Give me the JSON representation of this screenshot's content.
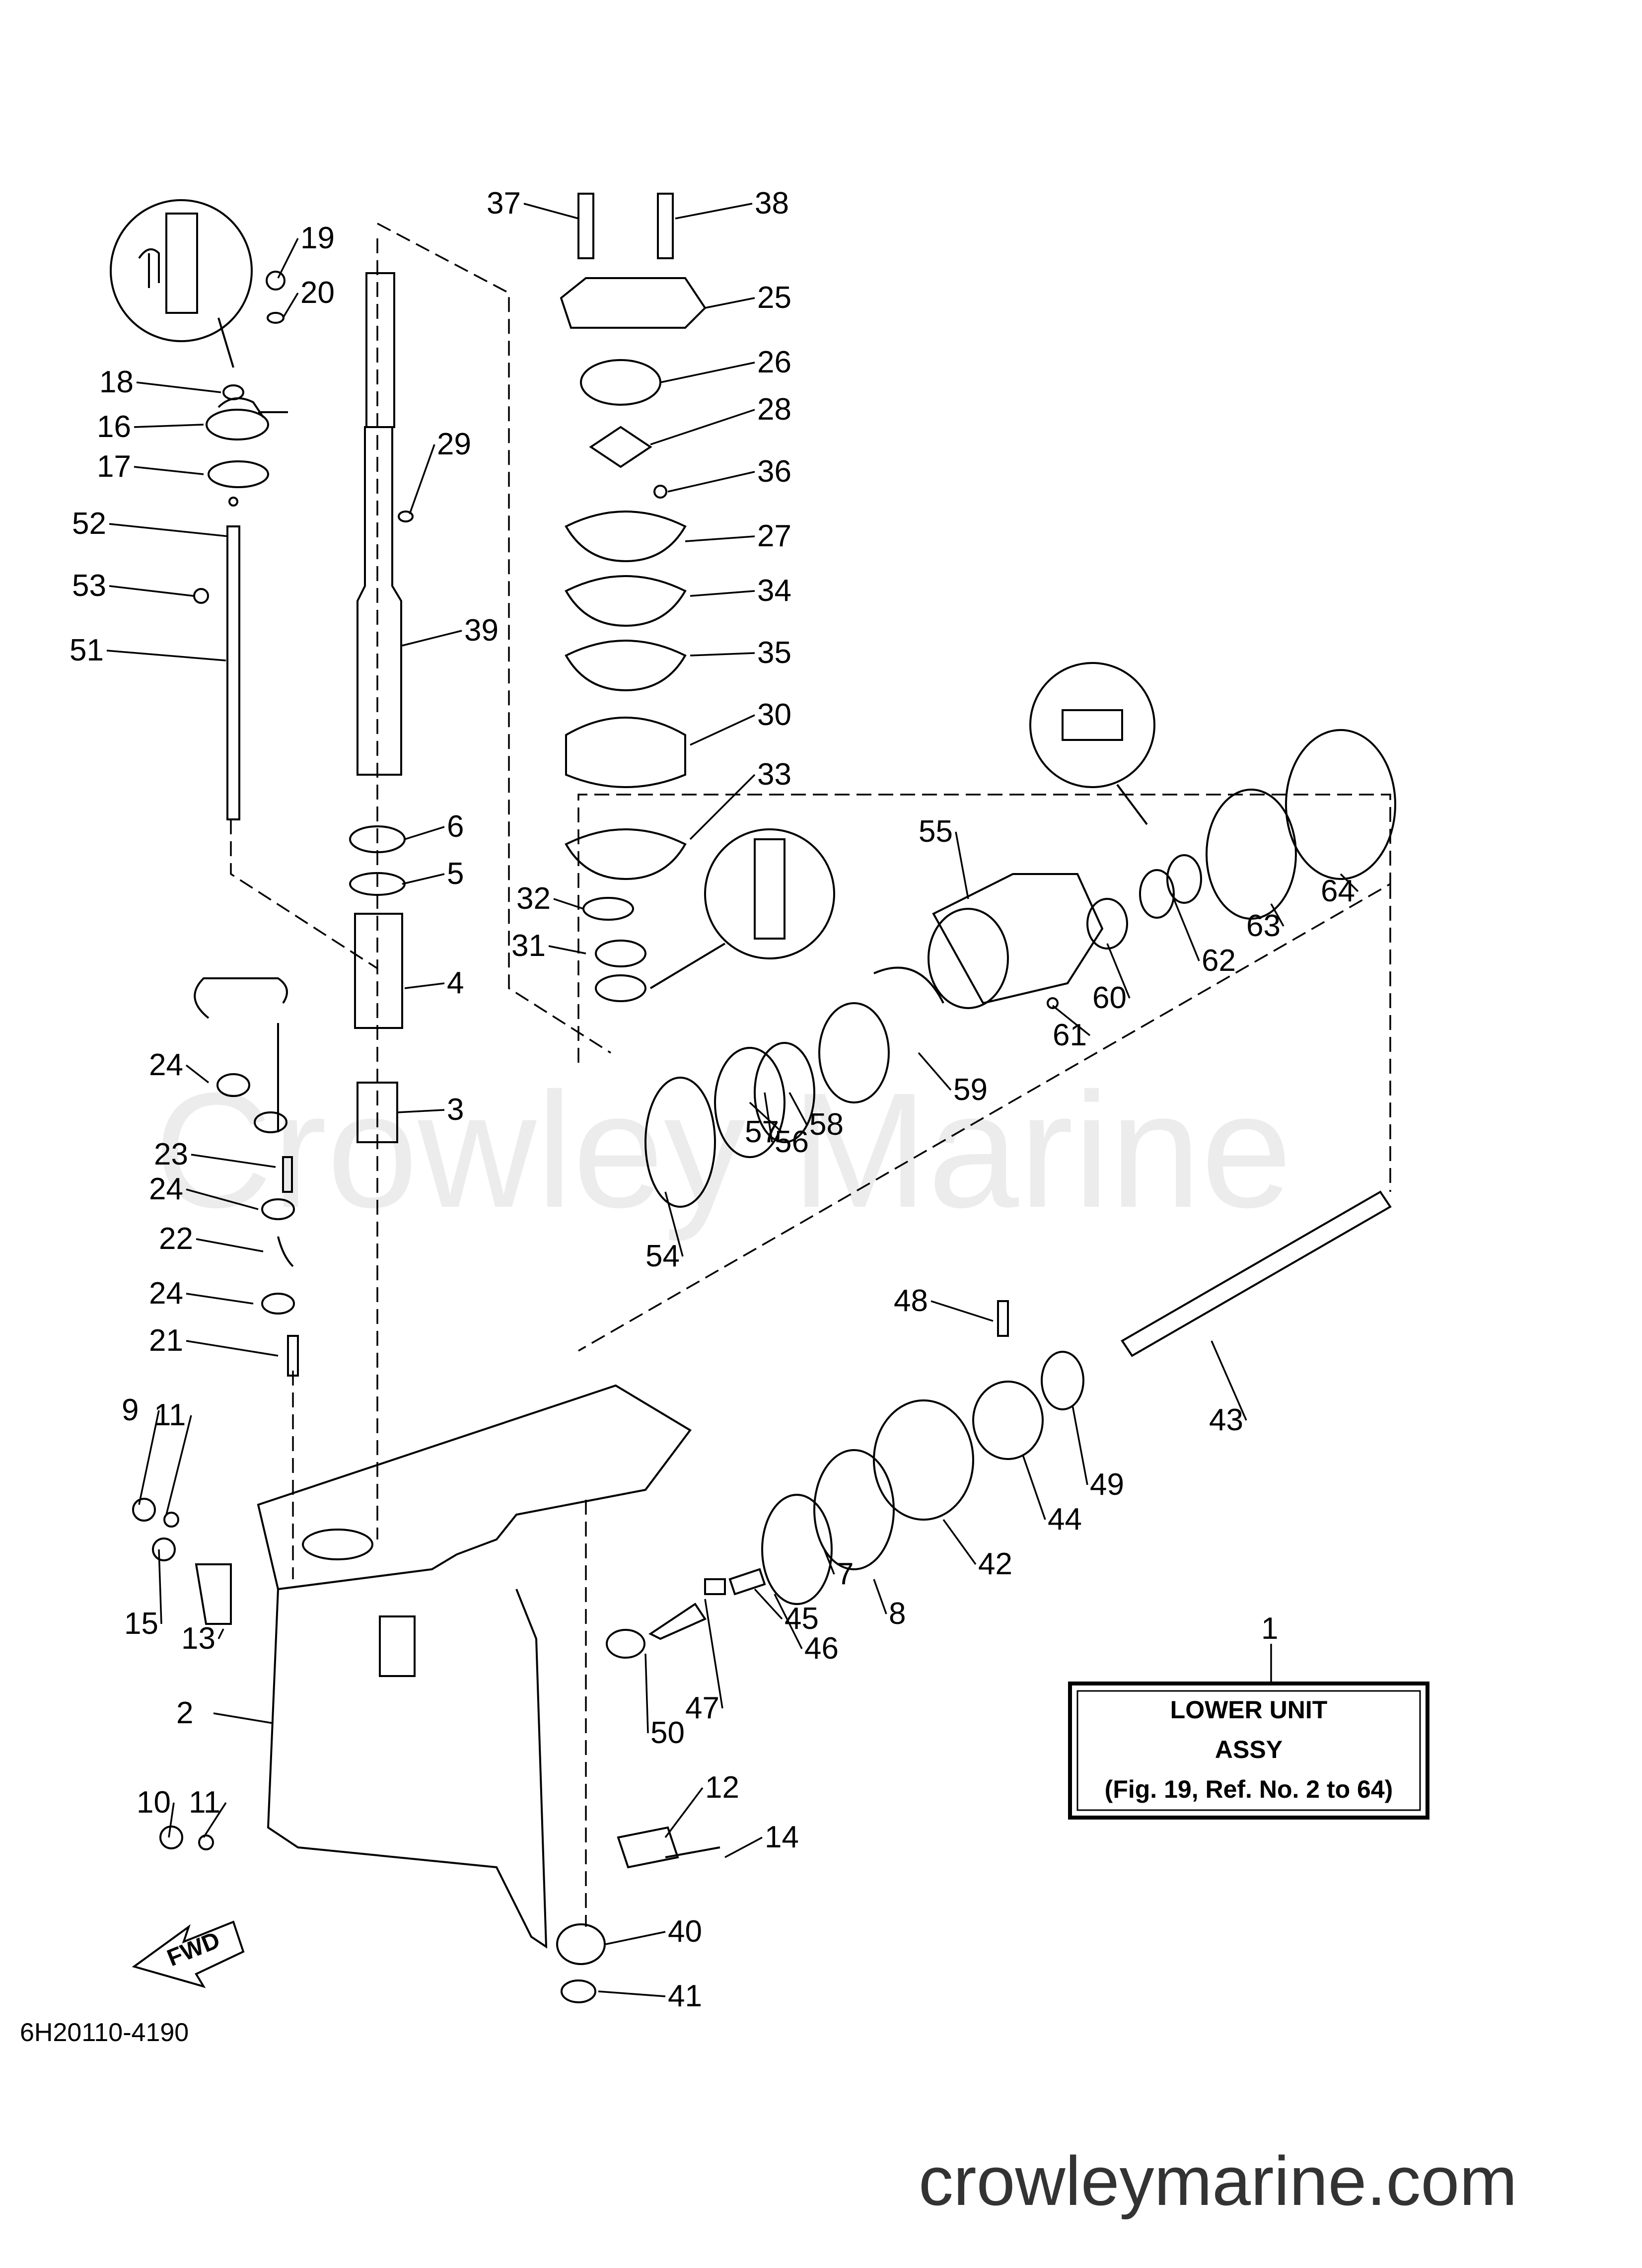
{
  "watermark": "Crowley Marine",
  "site": "crowleymarine.com",
  "drawing_code": "6H20110-4190",
  "fwd_label": "FWD",
  "assy_box": {
    "callout": "1",
    "line1": "LOWER UNIT",
    "line2": "ASSY",
    "line3": "(Fig. 19, Ref. No. 2 to 64)"
  },
  "callouts": [
    "2",
    "3",
    "4",
    "5",
    "6",
    "7",
    "8",
    "9",
    "10",
    "11",
    "11",
    "12",
    "13",
    "14",
    "15",
    "16",
    "17",
    "18",
    "19",
    "20",
    "21",
    "22",
    "23",
    "24",
    "24",
    "24",
    "25",
    "26",
    "27",
    "28",
    "29",
    "30",
    "31",
    "32",
    "33",
    "34",
    "35",
    "36",
    "37",
    "38",
    "39",
    "40",
    "41",
    "42",
    "43",
    "44",
    "45",
    "46",
    "47",
    "48",
    "49",
    "50",
    "51",
    "52",
    "53",
    "54",
    "55",
    "56",
    "57",
    "58",
    "59",
    "60",
    "61",
    "62",
    "63",
    "64"
  ]
}
